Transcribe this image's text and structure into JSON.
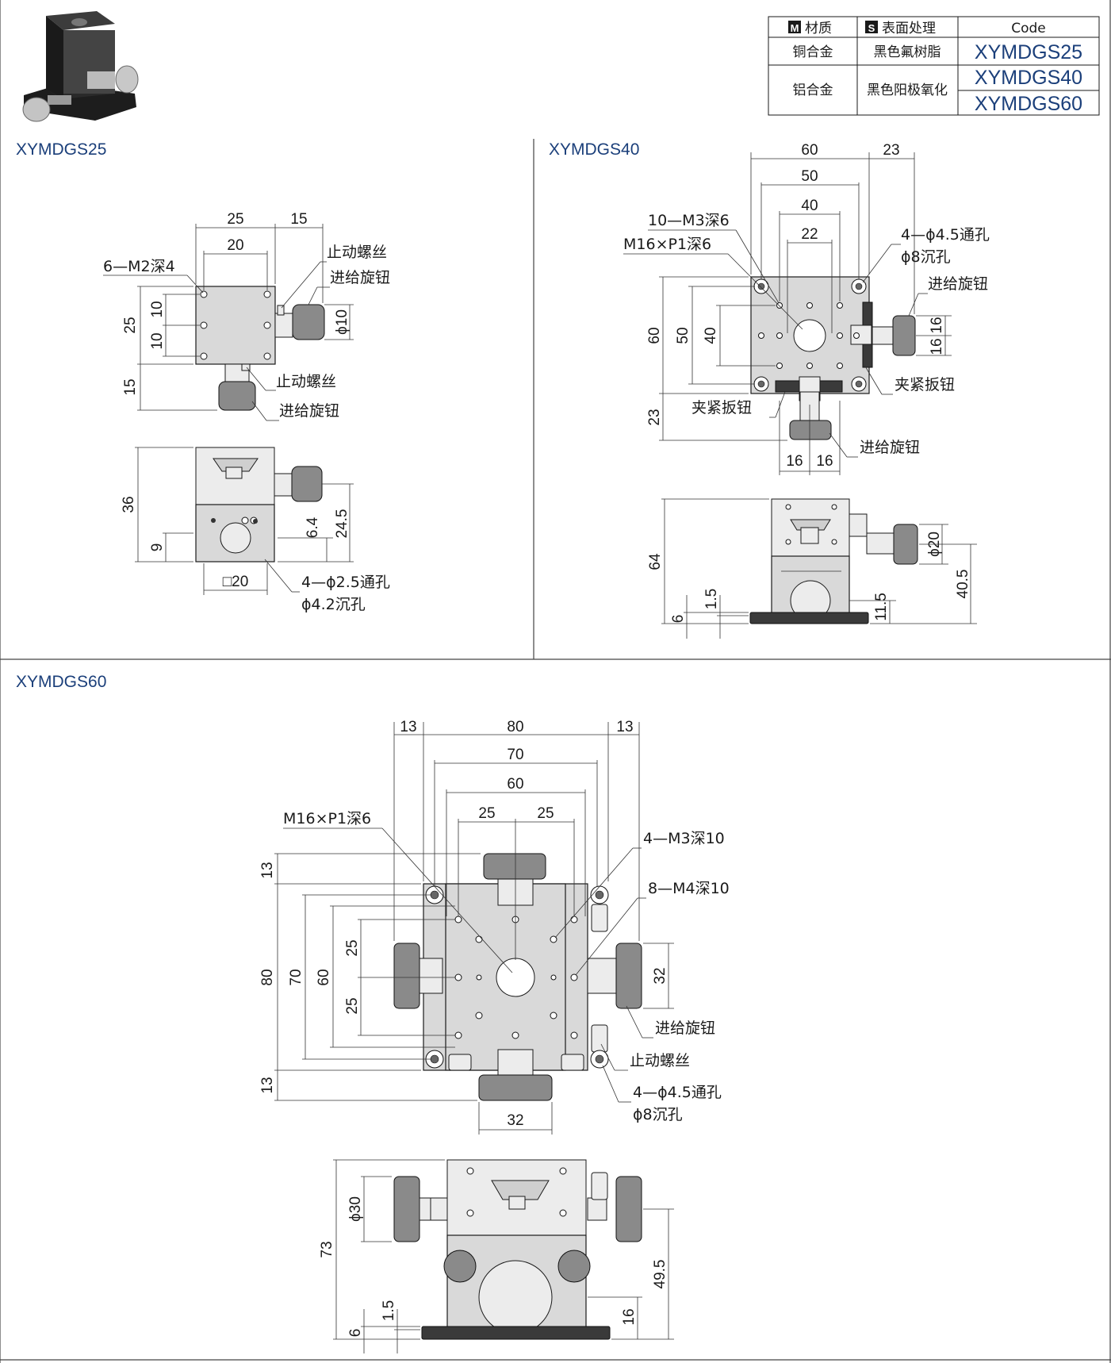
{
  "spec_table": {
    "headers": {
      "material_badge": "M",
      "material": "材质",
      "surface_badge": "S",
      "surface": "表面处理",
      "code": "Code"
    },
    "rows": [
      {
        "material": "铜合金",
        "surface": "黑色氟树脂",
        "codes": [
          "XYMDGS25"
        ]
      },
      {
        "material": "铝合金",
        "surface": "黑色阳极氧化",
        "codes": [
          "XYMDGS40",
          "XYMDGS60"
        ]
      }
    ]
  },
  "models": [
    {
      "title": "XYMDGS25",
      "callouts": [
        "6—M2深4",
        "止动螺丝",
        "进给旋钮",
        "止动螺丝",
        "进给旋钮",
        "4—ϕ2.5通孔",
        "ϕ4.2沉孔"
      ],
      "dims": [
        "25",
        "15",
        "20",
        "25",
        "10",
        "10",
        "15",
        "ϕ10",
        "36",
        "9",
        "6.4",
        "24.5",
        "□20"
      ]
    },
    {
      "title": "XYMDGS40",
      "callouts": [
        "10—M3深6",
        "M16×P1深6",
        "4—ϕ4.5通孔",
        "ϕ8沉孔",
        "进给旋钮",
        "夹紧扳钮",
        "夹紧扳钮",
        "进给旋钮"
      ],
      "dims": [
        "60",
        "23",
        "50",
        "40",
        "22",
        "60",
        "50",
        "40",
        "16",
        "16",
        "23",
        "16",
        "16",
        "64",
        "ϕ20",
        "1.5",
        "6",
        "11.5",
        "40.5"
      ]
    },
    {
      "title": "XYMDGS60",
      "callouts": [
        "M16×P1深6",
        "4—M3深10",
        "8—M4深10",
        "进给旋钮",
        "止动螺丝",
        "4—ϕ4.5通孔",
        "ϕ8沉孔"
      ],
      "dims": [
        "13",
        "80",
        "13",
        "70",
        "60",
        "25",
        "25",
        "13",
        "80",
        "70",
        "60",
        "25",
        "25",
        "13",
        "32",
        "32",
        "ϕ30",
        "73",
        "1.5",
        "6",
        "16",
        "49.5"
      ]
    }
  ]
}
